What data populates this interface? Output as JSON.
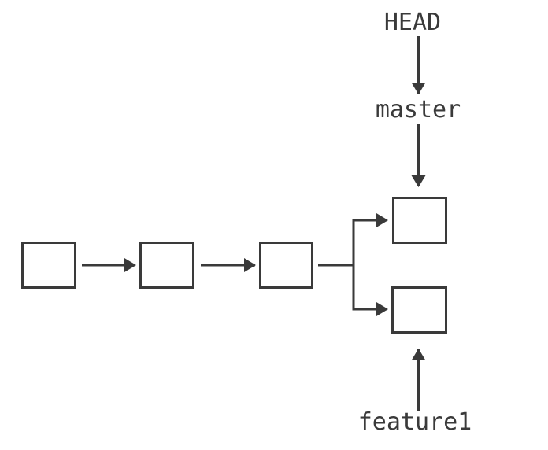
{
  "labels": {
    "head": "HEAD",
    "master": "master",
    "feature1": "feature1"
  },
  "colors": {
    "stroke": "#3a3a3a",
    "background": "#ffffff",
    "node_fill": "#ffffff"
  },
  "graph": {
    "type": "git-commit-graph",
    "nodes": [
      "commit-1",
      "commit-2",
      "commit-3",
      "commit-4",
      "commit-5"
    ],
    "edges": [
      {
        "from": "commit-1",
        "to": "commit-2"
      },
      {
        "from": "commit-2",
        "to": "commit-3"
      },
      {
        "from": "commit-3",
        "to": "commit-4"
      },
      {
        "from": "commit-3",
        "to": "commit-5"
      }
    ],
    "refs": [
      {
        "name": "HEAD",
        "points_to": "master"
      },
      {
        "name": "master",
        "points_to": "commit-4"
      },
      {
        "name": "feature1",
        "points_to": "commit-5"
      }
    ]
  }
}
